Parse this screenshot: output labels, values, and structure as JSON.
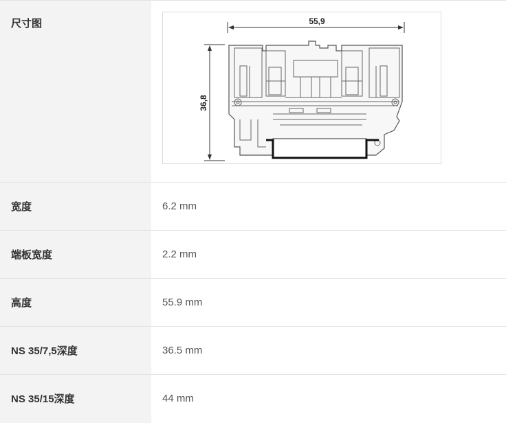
{
  "rows": [
    {
      "label": "尺寸图"
    },
    {
      "label": "宽度",
      "value": "6.2 mm"
    },
    {
      "label": "端板宽度",
      "value": "2.2 mm"
    },
    {
      "label": "高度",
      "value": "55.9 mm"
    },
    {
      "label": "NS 35/7,5深度",
      "value": "36.5 mm"
    },
    {
      "label": "NS 35/15深度",
      "value": "44 mm"
    }
  ],
  "drawing": {
    "width_dimension": "55,9",
    "height_dimension": "36,8"
  }
}
